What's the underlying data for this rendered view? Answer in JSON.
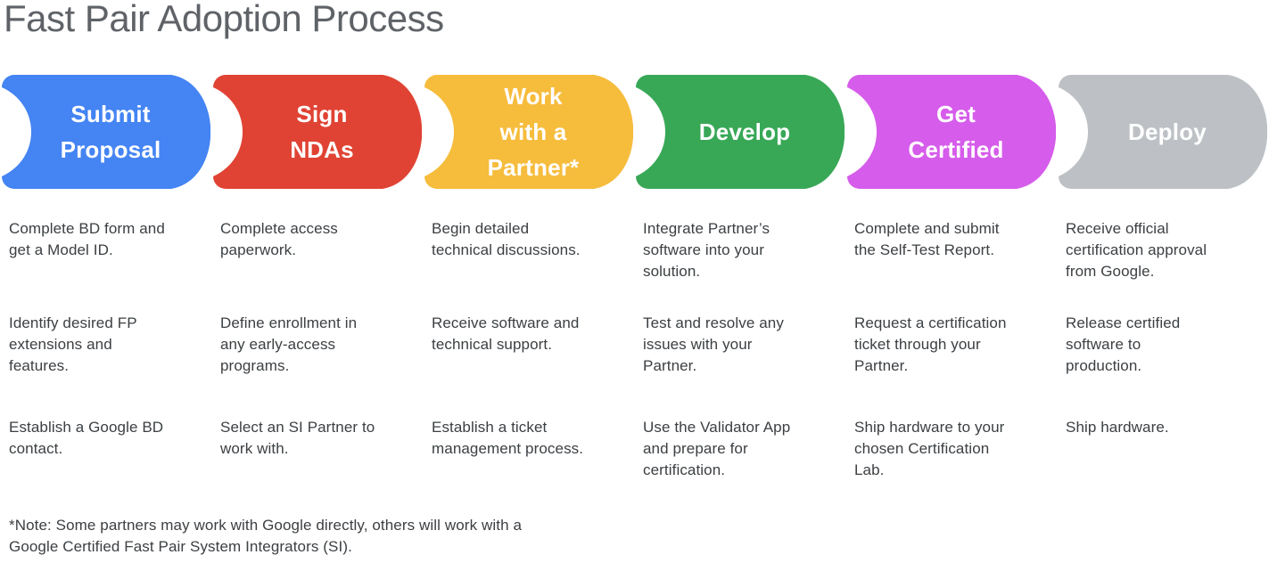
{
  "title": "Fast Pair Adoption Process",
  "colors": {
    "blue": "#4484F3",
    "red": "#E04334",
    "yellow": "#F6BC3C",
    "green": "#38A857",
    "magenta": "#D65CEB",
    "gray": "#BDC1C6",
    "title_text": "#5F6368",
    "body_text": "#3C4043",
    "stage_label_text": "#FFFFFF"
  },
  "stages": [
    {
      "label": "Submit\nProposal",
      "color": "#4484F3",
      "items": [
        "Complete BD form and\nget a Model ID.",
        "Identify desired FP\nextensions and\nfeatures.",
        "Establish a Google BD\ncontact."
      ]
    },
    {
      "label": "Sign\nNDAs",
      "color": "#E04334",
      "items": [
        "Complete access\npaperwork.",
        "Define enrollment in\nany early-access\nprograms.",
        "Select an SI Partner to\nwork with."
      ]
    },
    {
      "label": "Work\nwith a\nPartner*",
      "color": "#F6BC3C",
      "items": [
        "Begin detailed\ntechnical discussions.",
        "Receive software and\ntechnical support.",
        "Establish a ticket\nmanagement process."
      ]
    },
    {
      "label": "Develop",
      "color": "#38A857",
      "items": [
        "Integrate Partner’s\nsoftware into your\nsolution.",
        "Test and resolve any\nissues with your\nPartner.",
        "Use the Validator App\nand prepare for\ncertification."
      ]
    },
    {
      "label": "Get\nCertified",
      "color": "#D65CEB",
      "items": [
        "Complete and submit\nthe Self-Test Report.",
        "Request a certification\nticket through your\nPartner.",
        "Ship hardware to your\nchosen Certification\nLab."
      ]
    },
    {
      "label": "Deploy",
      "color": "#BDC1C6",
      "items": [
        "Receive official\ncertification approval\nfrom Google.",
        "Release certified\nsoftware to\nproduction.",
        "Ship hardware."
      ]
    }
  ],
  "footnote": "*Note: Some partners may work with Google directly, others will work with a\nGoogle Certified Fast Pair System Integrators (SI)."
}
